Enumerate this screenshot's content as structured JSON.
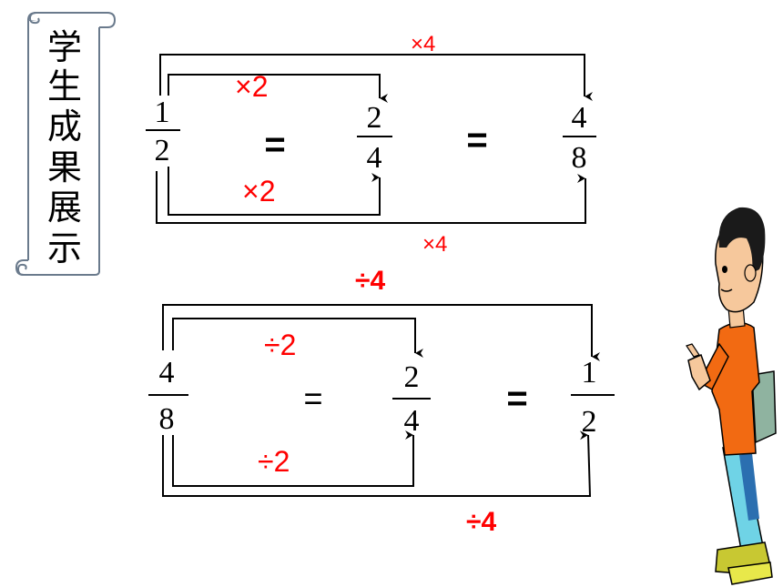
{
  "scroll": {
    "title_chars": [
      "学",
      "生",
      "成",
      "果",
      "展",
      "示"
    ]
  },
  "top_row": {
    "fractions": [
      {
        "numerator": "1",
        "denominator": "2"
      },
      {
        "numerator": "2",
        "denominator": "4"
      },
      {
        "numerator": "4",
        "denominator": "8"
      }
    ],
    "equals": [
      "=",
      "="
    ],
    "operators": {
      "top_outer": "×4",
      "top_inner": "×2",
      "bottom_inner": "×2",
      "bottom_outer": "×4"
    }
  },
  "bottom_row": {
    "fractions": [
      {
        "numerator": "4",
        "denominator": "8"
      },
      {
        "numerator": "2",
        "denominator": "4"
      },
      {
        "numerator": "1",
        "denominator": "2"
      }
    ],
    "equals": [
      "=",
      "="
    ],
    "operators": {
      "top_outer": "÷4",
      "top_inner": "÷2",
      "bottom_inner": "÷2",
      "bottom_outer": "÷4"
    }
  },
  "colors": {
    "operator": "#ff0000",
    "ink": "#000000"
  },
  "illustration": "student-boy-pointing"
}
